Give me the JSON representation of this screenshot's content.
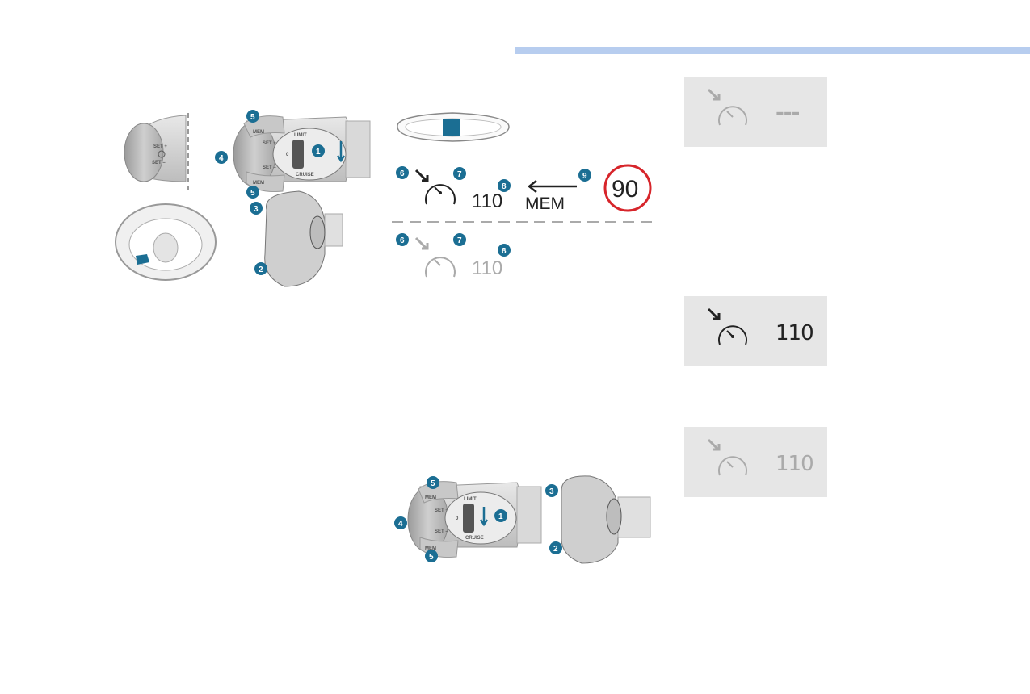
{
  "header": {
    "accent_color": "#b7cdef"
  },
  "callout_color": "#1b6e93",
  "figure_top": {
    "lever": {
      "mem_top": "MEM",
      "mem_bottom": "MEM",
      "set_plus": "SET +",
      "set_minus": "SET –",
      "zero": "0",
      "limit": "LIMIT",
      "cruise": "CRUISE",
      "callouts": [
        "1",
        "4",
        "5",
        "5"
      ]
    },
    "left_stalk": {
      "set_plus": "SET +",
      "set_minus": "SET –"
    },
    "side_callouts": [
      "3",
      "2"
    ],
    "display_active": {
      "callouts": [
        "6",
        "7",
        "8",
        "9"
      ],
      "speed": "110",
      "mem_label": "MEM",
      "limit_sign": "90"
    },
    "display_inactive": {
      "callouts": [
        "6",
        "7",
        "8"
      ],
      "speed": "110"
    }
  },
  "figure_bottom": {
    "lever": {
      "mem_top": "MEM",
      "mem_bottom": "MEM",
      "set_plus": "SET +",
      "set_minus": "SET –",
      "zero": "0",
      "limit": "LIMIT",
      "cruise": "CRUISE",
      "callouts": [
        "5",
        "4",
        "1",
        "5"
      ]
    },
    "side_callouts": [
      "3",
      "2"
    ]
  },
  "panels": [
    {
      "value": "---",
      "state": "inactive-no-speed",
      "icon": "cruise-control-icon"
    },
    {
      "value": "110",
      "state": "active",
      "icon": "cruise-control-icon"
    },
    {
      "value": "110",
      "state": "paused",
      "icon": "cruise-control-icon"
    }
  ]
}
